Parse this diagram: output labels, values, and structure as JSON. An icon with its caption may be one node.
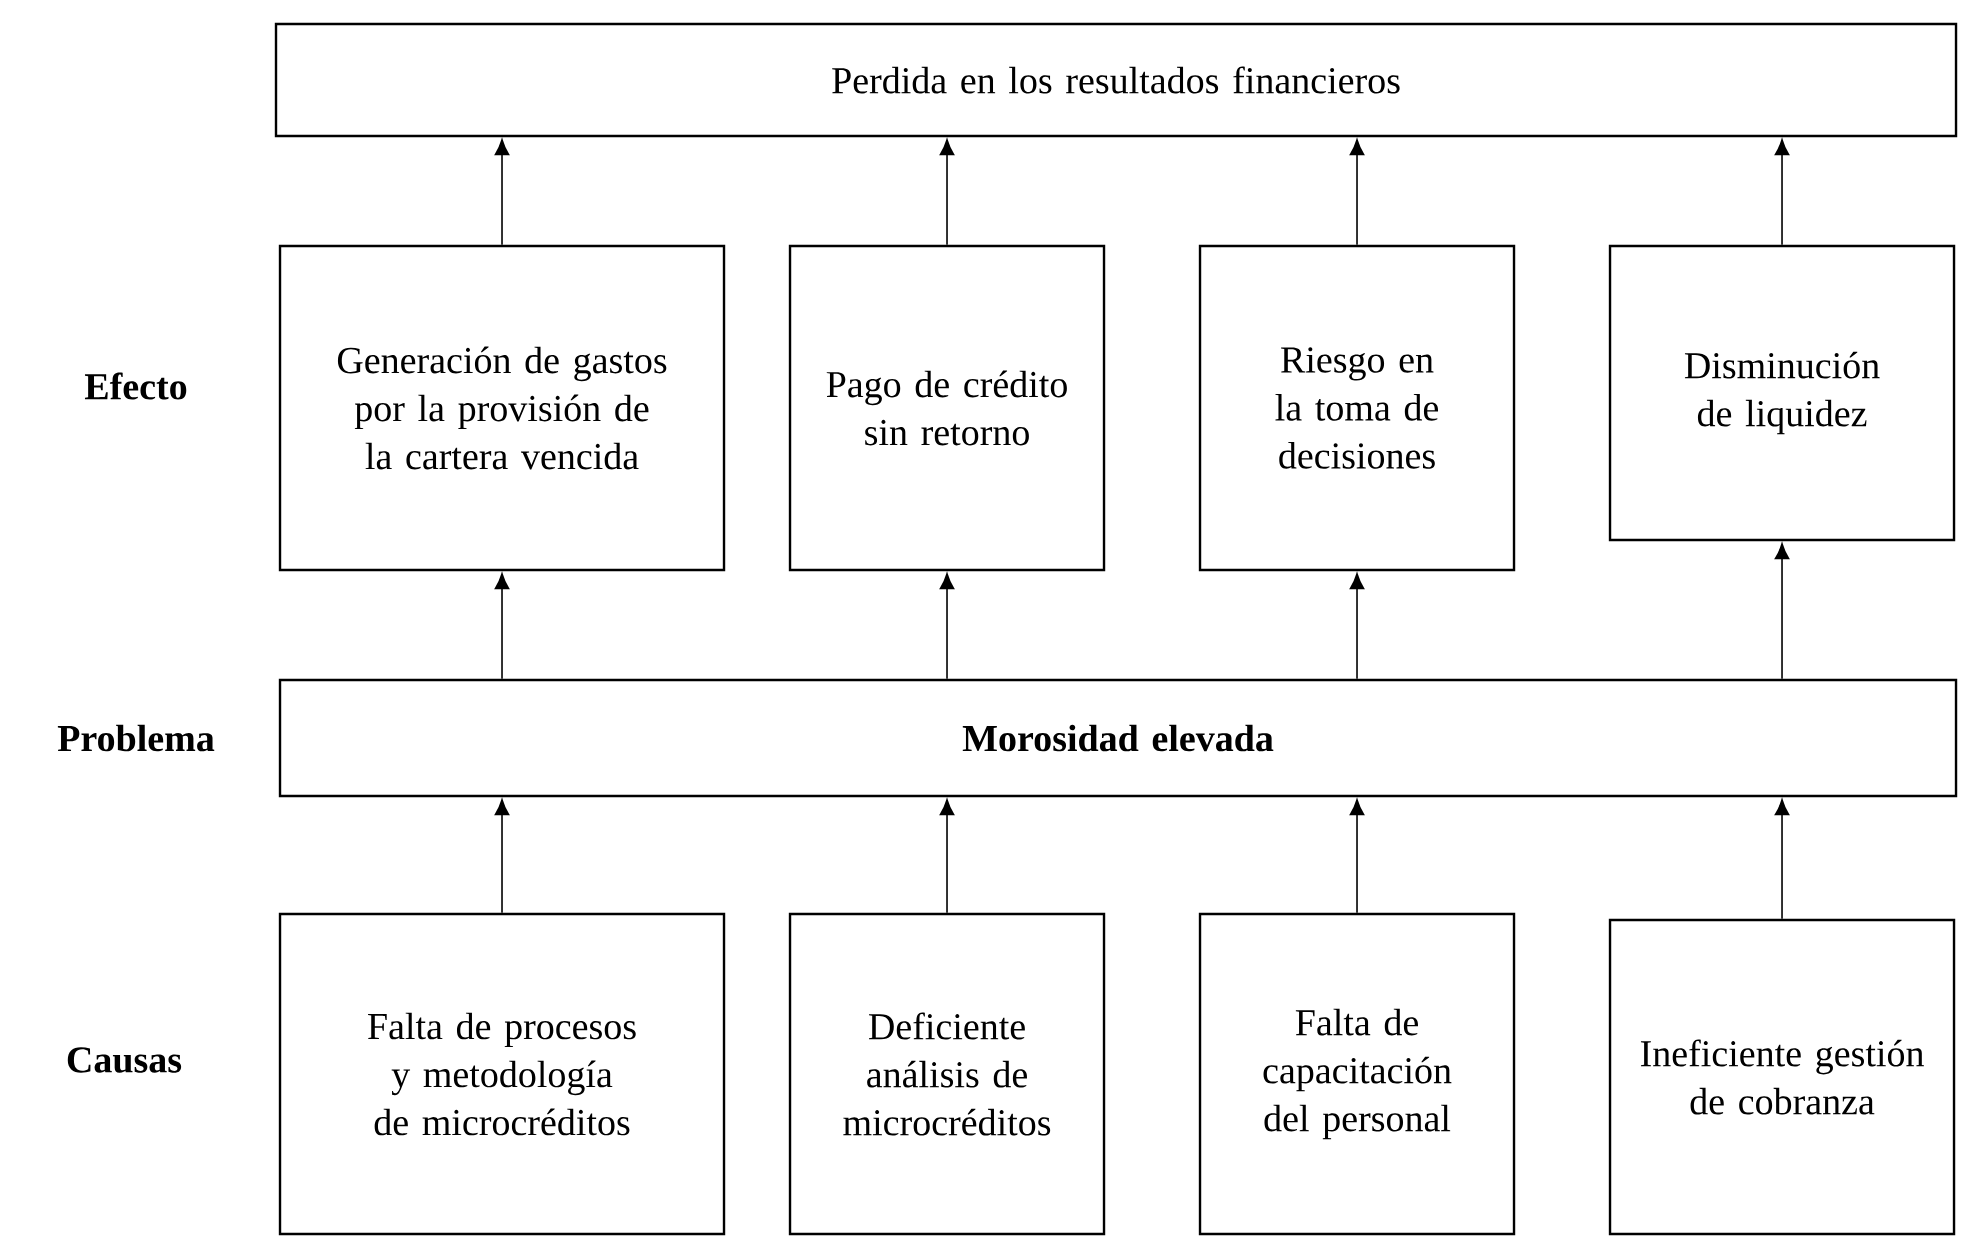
{
  "diagram": {
    "nodes": [
      {
        "text": [
          "Perdida en los resultados financieros"
        ]
      },
      {
        "text": [
          "Generación de gastos por la provisión de la cartera vencida"
        ]
      },
      {
        "text": [
          "Pago de crédito sin retorno"
        ]
      },
      {
        "text": [
          "Riesgo en la toma de decisiones"
        ]
      },
      {
        "text": [
          "Disminución de liquidez"
        ]
      },
      {
        "text": [
          "Morosidad elevada"
        ]
      },
      {
        "text": [
          "Falta de procesos y metodología de microcréditos"
        ]
      },
      {
        "text": [
          "Deficiente análisis de microcréditos"
        ]
      },
      {
        "text": [
          "Falta de capacitación del personal"
        ]
      },
      {
        "text": [
          "Ineficiente gestión de cobranza"
        ]
      }
    ],
    "edges": [
      {
        "from": 1,
        "to": 0,
        "arrow": "to"
      },
      {
        "from": 2,
        "to": 0,
        "arrow": "to"
      },
      {
        "from": 3,
        "to": 0,
        "arrow": "to"
      },
      {
        "from": 4,
        "to": 0,
        "arrow": "to"
      },
      {
        "from": 5,
        "to": 1,
        "arrow": "to"
      },
      {
        "from": 5,
        "to": 2,
        "arrow": "to"
      },
      {
        "from": 5,
        "to": 3,
        "arrow": "to"
      },
      {
        "from": 5,
        "to": 4,
        "arrow": "to"
      },
      {
        "from": 6,
        "to": 5,
        "arrow": "to"
      },
      {
        "from": 7,
        "to": 5,
        "arrow": "to"
      },
      {
        "from": 8,
        "to": 5,
        "arrow": "to"
      },
      {
        "from": 9,
        "to": 5,
        "arrow": "to"
      }
    ],
    "labels": [
      "Efecto",
      "Problema",
      "Causas"
    ]
  }
}
